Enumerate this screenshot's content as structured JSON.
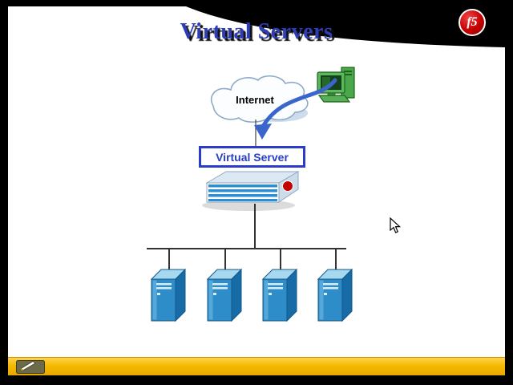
{
  "slide": {
    "title": "Virtual Servers",
    "title_color": "#2f3db4",
    "background": "#ffffff"
  },
  "logo": {
    "text": "f5",
    "ball_color": "#c40000"
  },
  "diagram": {
    "internet_label": "Internet",
    "virtual_server_label": "Virtual Server",
    "server_count": 4,
    "structure": {
      "nodes": [
        {
          "id": "client-computer",
          "label": ""
        },
        {
          "id": "internet-cloud",
          "label": "Internet"
        },
        {
          "id": "virtual-server",
          "label": "Virtual Server"
        },
        {
          "id": "bigip-appliance",
          "label": ""
        },
        {
          "id": "server-1",
          "label": ""
        },
        {
          "id": "server-2",
          "label": ""
        },
        {
          "id": "server-3",
          "label": ""
        },
        {
          "id": "server-4",
          "label": ""
        }
      ],
      "edges": [
        [
          "client-computer",
          "virtual-server"
        ],
        [
          "internet-cloud",
          "virtual-server"
        ],
        [
          "virtual-server",
          "bigip-appliance"
        ],
        [
          "bigip-appliance",
          "server-1"
        ],
        [
          "bigip-appliance",
          "server-2"
        ],
        [
          "bigip-appliance",
          "server-3"
        ],
        [
          "bigip-appliance",
          "server-4"
        ]
      ]
    },
    "colors": {
      "arrow": "#3a66cc",
      "server_blue": "#2e8cc8",
      "box_border_blue": "#2a3cc8"
    }
  },
  "toolbar": {
    "bar_color": "#f3ba00"
  }
}
